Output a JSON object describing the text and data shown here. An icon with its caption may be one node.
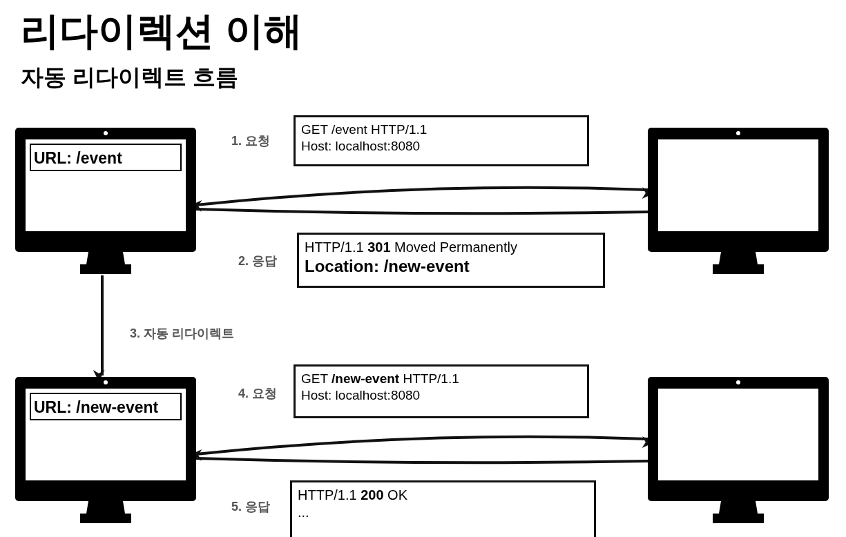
{
  "diagram": {
    "title": "리다이렉션 이해",
    "nodes": [
      {
        "text": [],
        "shape": "monitor"
      },
      {
        "text": [
          "URL: /event"
        ],
        "in": 0
      },
      {
        "text": [],
        "shape": "monitor"
      },
      {
        "text": [
          "GET /event HTTP/1.1",
          "Host: localhost:8080"
        ],
        "beside": [
          "1. 요청"
        ]
      },
      {
        "text": [
          "HTTP/1.1 **301** Moved Permanently",
          "Location: /new-event"
        ],
        "beside": [
          "2. 응답"
        ]
      },
      {
        "text": [],
        "shape": "monitor"
      },
      {
        "text": [
          "URL: /new-event"
        ],
        "in": 5
      },
      {
        "text": [],
        "shape": "monitor"
      },
      {
        "text": [
          "GET **/new-event** HTTP/1.1",
          "Host: localhost:8080"
        ],
        "beside": [
          "4. 요청"
        ]
      },
      {
        "text": [
          "HTTP/1.1 **200** OK",
          "..."
        ],
        "beside": [
          "5. 응답"
        ]
      }
    ],
    "edges": [
      {
        "from": 0,
        "to": 2,
        "arrow": "to"
      },
      {
        "from": 2,
        "to": 0,
        "arrow": "to"
      },
      {
        "from": 0,
        "to": 5,
        "arrow": "to",
        "label": "3. 자동 리다이렉트"
      },
      {
        "from": 5,
        "to": 7,
        "arrow": "to"
      },
      {
        "from": 7,
        "to": 5,
        "arrow": "to"
      }
    ],
    "labels": [
      "자동 리다이렉트 흐름"
    ]
  }
}
